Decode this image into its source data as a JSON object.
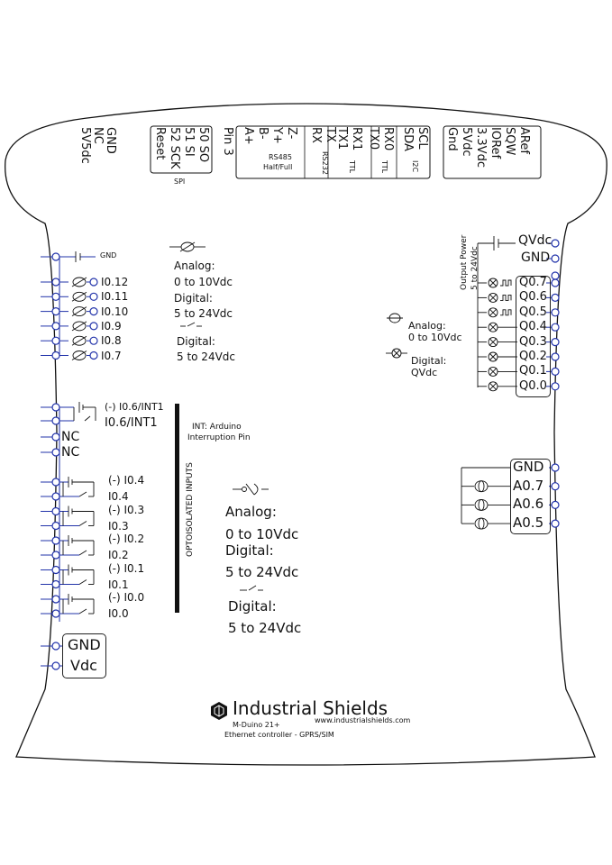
{
  "top_header": {
    "power": [
      "GND",
      "NC",
      "5V5dc"
    ],
    "spi_pins": [
      "Reset",
      "52 SCK",
      "51 SI",
      "50 SO"
    ],
    "spi_label": "SPI",
    "pin3": "Pin 3",
    "rs485_pins": [
      "A+",
      "B-",
      "Y+",
      "Z-"
    ],
    "rs485_label": "RS485",
    "rs485_mode": "Half/Full",
    "rs232_pins": [
      "RX",
      "TX"
    ],
    "rs232_label": "RS232",
    "ttl1_pins": [
      "TX1",
      "RX1"
    ],
    "ttl0_pins": [
      "TX0",
      "RX0"
    ],
    "ttl_label": "TTL",
    "i2c_pins": [
      "SDA",
      "SCL"
    ],
    "i2c_label": "I2C",
    "misc_pins": [
      "Gnd",
      "5Vdc",
      "3.3Vdc",
      "IORef",
      "SQW",
      "ARef"
    ]
  },
  "left_top": {
    "gnd": "GND",
    "inputs": [
      "I0.12",
      "I0.11",
      "I0.10",
      "I0.9",
      "I0.8",
      "I0.7"
    ],
    "legend": [
      "Analog:",
      "0 to 10Vdc",
      "Digital:",
      "5 to 24Vdc",
      "Digital:",
      "5 to 24Vdc"
    ]
  },
  "right_top": {
    "output_power": "Output Power",
    "output_range": "5 to 24Vdc",
    "qvdc": "QVdc",
    "gnd": "GND",
    "outputs": [
      "Q0.7",
      "Q0.6",
      "Q0.5",
      "Q0.4",
      "Q0.3",
      "Q0.2",
      "Q0.1",
      "Q0.0"
    ],
    "legend": [
      "Analog:",
      "0 to 10Vdc",
      "Digital:",
      "QVdc"
    ]
  },
  "left_middle": {
    "int_neg": "(-) I0.6/INT1",
    "int_pos": "I0.6/INT1",
    "nc": [
      "NC",
      "NC"
    ],
    "int_note": [
      "INT: Arduino",
      "Interruption Pin"
    ],
    "inputs": [
      {
        "neg": "(-) I0.4",
        "pos": "I0.4"
      },
      {
        "neg": "(-) I0.3",
        "pos": "I0.3"
      },
      {
        "neg": "(-) I0.2",
        "pos": "I0.2"
      },
      {
        "neg": "(-) I0.1",
        "pos": "I0.1"
      },
      {
        "neg": "(-) I0.0",
        "pos": "I0.0"
      }
    ],
    "opto_label": "OPTOISOLATED INPUTS",
    "legend": [
      "Analog:",
      "0 to 10Vdc",
      "Digital:",
      "5 to 24Vdc",
      "Digital:",
      "5 to 24Vdc"
    ]
  },
  "right_middle": {
    "pins": [
      "GND",
      "A0.7",
      "A0.6",
      "A0.5"
    ]
  },
  "power_in": {
    "pins": [
      "GND",
      "Vdc"
    ]
  },
  "brand": {
    "name": "Industrial Shields",
    "model": "M-Duino 21+",
    "url": "www.industrialshields.com",
    "desc": "Ethernet controller  -  GPRS/SIM"
  }
}
